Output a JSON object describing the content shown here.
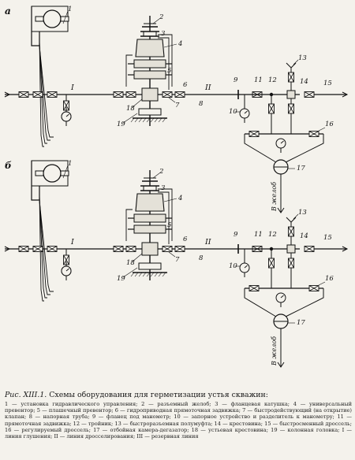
{
  "panels": [
    {
      "id": "a",
      "letter": "а",
      "line_labels": {
        "left": "I",
        "right": "II"
      },
      "callouts": [
        "1",
        "2",
        "3",
        "4",
        "5",
        "6",
        "7",
        "8",
        "9",
        "10",
        "11",
        "12",
        "13",
        "14",
        "15",
        "16",
        "17",
        "18",
        "19"
      ],
      "drain_label": "В желоб"
    },
    {
      "id": "b",
      "letter": "б",
      "line_labels": {
        "left": "I",
        "right": "II"
      },
      "callouts": [
        "1",
        "2",
        "3",
        "4",
        "5",
        "6",
        "7",
        "8",
        "9",
        "10",
        "11",
        "12",
        "13",
        "14",
        "15",
        "16",
        "17",
        "18",
        "19"
      ],
      "drain_label": "В желоб"
    }
  ],
  "caption": {
    "figure_number": "Рис. XIII.1.",
    "title": "Схемы оборудования для герметизации устья скважин:",
    "legend": "1 — установка гидравлического управления; 2 — разъемный желоб; 3 — фланцевая катушка; 4 — универсальный превентор; 5 — плашечный превентор; 6 — гидроприводная прямоточная задвижка; 7 — быстродействующий (на открытие) клапан; 8 — напорная труба; 9 — фланец под манометр; 10 — запорное устройство и разделитель к манометру; 11 — прямоточная задвижка; 12 — тройник; 13 — быстроразъемная полумуфта; 14 — крестовина; 15 — быстросменный дроссель; 16 — регулируемый дроссель; 17 — отбойная камера-дегазатор; 18 — устьевая крестовина; 19 — колонная головка; I — линия глушения; II — линия дросселирования; III — резервная линия"
  }
}
